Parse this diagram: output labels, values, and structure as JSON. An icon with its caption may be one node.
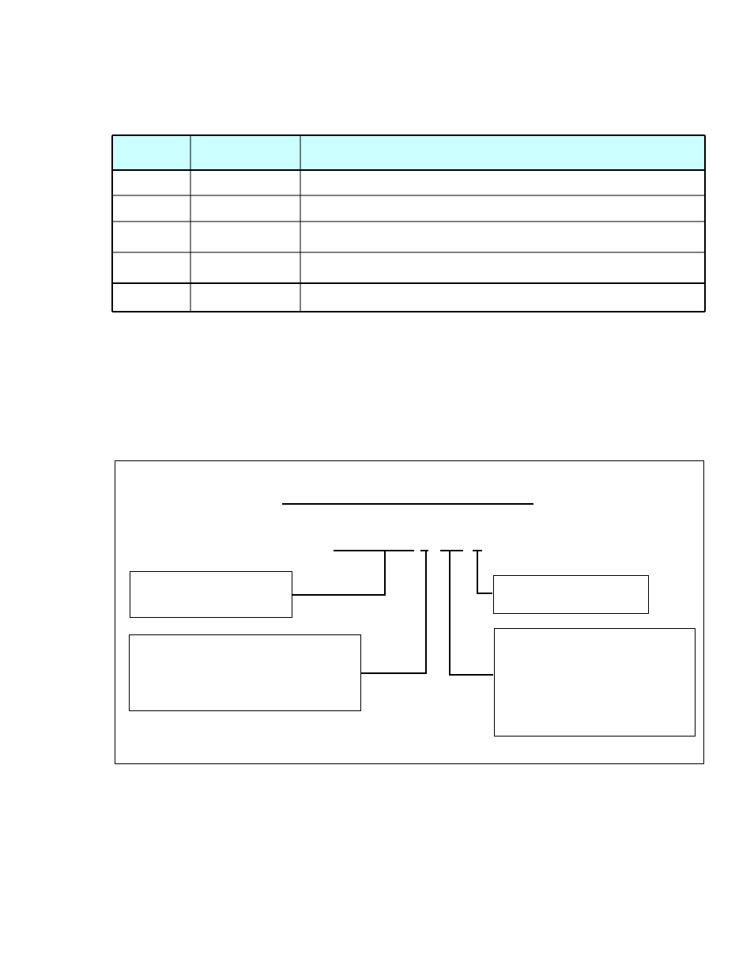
{
  "diagram": {
    "nodes": [
      {
        "text": [],
        "shape": "box"
      },
      {
        "text": [],
        "shape": "bar",
        "in": 0
      },
      {
        "text": [],
        "shape": "bar",
        "in": 0
      },
      {
        "text": [],
        "shape": "bar",
        "in": 0
      },
      {
        "text": [],
        "shape": "bar",
        "in": 0
      },
      {
        "text": [],
        "shape": "box",
        "in": 0
      },
      {
        "text": [],
        "shape": "box",
        "in": 0
      },
      {
        "text": [],
        "shape": "box",
        "in": 0
      },
      {
        "text": [],
        "shape": "box",
        "in": 0
      }
    ],
    "edges": [
      {
        "from": 1,
        "to": 5,
        "arrow": "none"
      },
      {
        "from": 2,
        "to": 7,
        "arrow": "none"
      },
      {
        "from": 3,
        "to": 8,
        "arrow": "none"
      },
      {
        "from": 4,
        "to": 6,
        "arrow": "none"
      }
    ]
  }
}
